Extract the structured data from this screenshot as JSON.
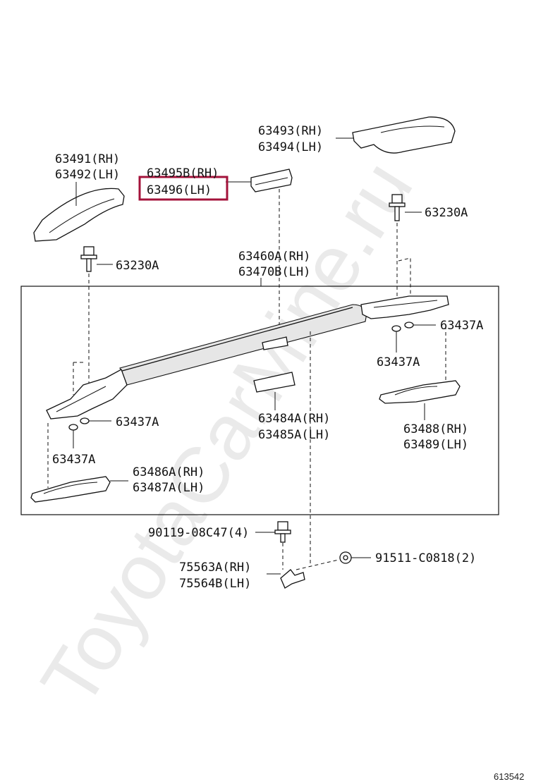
{
  "watermark": "ToyotaCarMine.ru",
  "diagram_id": "613542",
  "highlight_color": "#a3123a",
  "labels": {
    "p63493": "63493(RH)",
    "p63494": "63494(LH)",
    "p63491": "63491(RH)",
    "p63492": "63492(LH)",
    "p63495b": "63495B(RH)",
    "p63496": "63496(LH)",
    "p63230a_right": "63230A",
    "p63230a_left": "63230A",
    "p63460a": "63460A(RH)",
    "p63470b": "63470B(LH)",
    "p63437a_r1": "63437A",
    "p63437a_r2": "63437A",
    "p63437a_l1": "63437A",
    "p63437a_l2": "63437A",
    "p63484a": "63484A(RH)",
    "p63485a": "63485A(LH)",
    "p63488": "63488(RH)",
    "p63489": "63489(LH)",
    "p63486a": "63486A(RH)",
    "p63487a": "63487A(LH)",
    "p90119": "90119-08C47(4)",
    "p91511": "91511-C0818(2)",
    "p75563a": "75563A(RH)",
    "p75564b": "75564B(LH)"
  }
}
